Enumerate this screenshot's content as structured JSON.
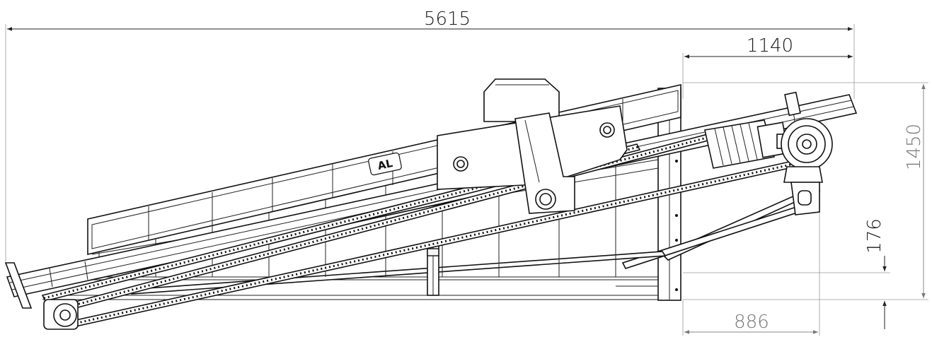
{
  "dimensions": {
    "overall_length": "5615",
    "drive_overhang": "1140",
    "overall_height": "1450",
    "foot_height": "176",
    "foot_offset": "886"
  },
  "logo": {
    "text": "AL"
  },
  "colors": {
    "line": "#111111",
    "dimension_black": "#1a1a1a",
    "dimension_grey": "#777777",
    "background": "#ffffff"
  }
}
